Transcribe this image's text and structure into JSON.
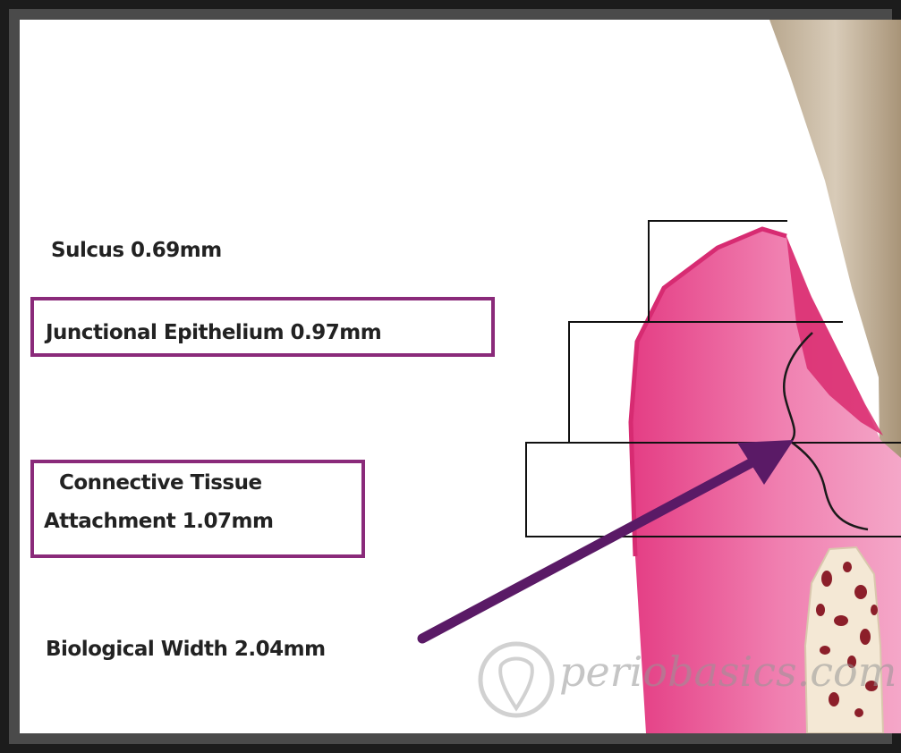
{
  "labels": {
    "sulcus": "Sulcus 0.69mm",
    "junctional_epithelium": "Junctional Epithelium 0.97mm",
    "connective_tissue_line1": "Connective Tissue",
    "connective_tissue_line2": "Attachment 1.07mm",
    "biological_width": "Biological Width 2.04mm"
  },
  "watermark": "periobasics.com",
  "colors": {
    "highlight_box": "#8a2a7a",
    "arrow": "#5a1a66",
    "gingiva": "#e9468b",
    "gingiva_light": "#f19ac0",
    "tooth": "#c9b9a3",
    "bone": "#f3e7d3",
    "bone_spots": "#8c1f2a"
  }
}
